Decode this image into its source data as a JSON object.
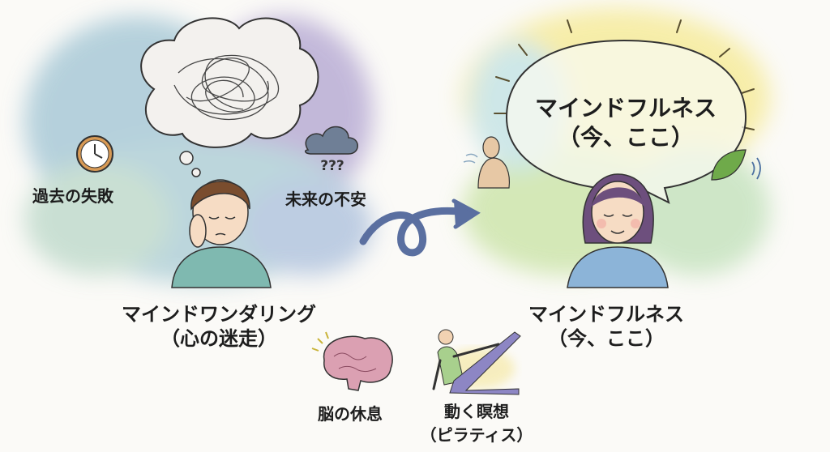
{
  "left": {
    "past_label": "過去の失敗",
    "future_label": "未来の不安",
    "question_marks": "???",
    "title": "マインドワンダリング",
    "subtitle": "（心の迷走）"
  },
  "right": {
    "bubble_title": "マインドフルネス",
    "bubble_subtitle": "（今、ここ）",
    "title": "マインドフルネス",
    "subtitle": "（今、ここ）"
  },
  "bottom": {
    "brain_label": "脳の休息",
    "pilates_label": "動く瞑想",
    "pilates_sublabel": "（ピラティス）"
  },
  "colors": {
    "left_wash": "#8fb3c9",
    "left_wash_purple": "#a99bc8",
    "right_wash_yellow": "#f3e58a",
    "right_wash_green": "#b8d99a",
    "arrow": "#5a6fa0",
    "brain": "#d9a0b0",
    "pilates_top": "#a8d08d",
    "pilates_pants": "#8d86c4"
  }
}
